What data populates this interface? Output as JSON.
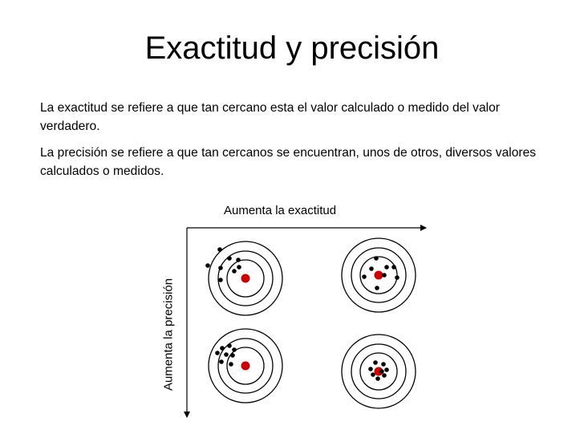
{
  "slide": {
    "title": "Exactitud y precisión",
    "paragraphs": [
      "La exactitud se refiere a que tan cercano esta el valor calculado o medido del valor verdadero.",
      "La precisión se refiere a que tan cercanos se encuentran, unos de otros, diversos valores calculados o medidos."
    ]
  },
  "diagram": {
    "x_axis_label": "Aumenta la exactitud",
    "y_axis_label": "Aumenta la precisión",
    "colors": {
      "true_value": "#cc0000",
      "measurement": "#000000",
      "rings": "#000000"
    }
  }
}
